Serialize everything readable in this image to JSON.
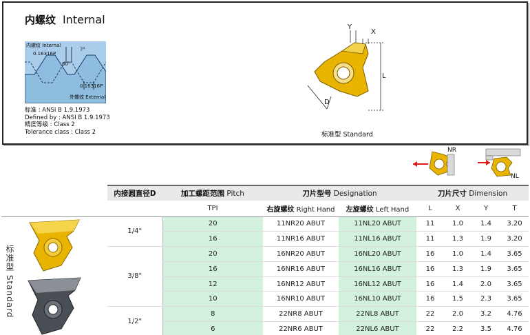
{
  "header": {
    "title_cn": "内螺纹",
    "title_en": "Internal"
  },
  "thread_diagram": {
    "internal_cn": "内螺纹",
    "internal_en": "Internal",
    "dim_top": "0.16316P",
    "angle_top": "7°",
    "angle_mid": "60°",
    "dim_bottom": "0.16316P",
    "external_cn": "外螺纹",
    "external_en": "External"
  },
  "standard": {
    "standard_line": "标准 : ANSI B 1.9.1973",
    "defined_line": "Defined by : ANSI B 1.9.1973",
    "accuracy_line": "精度等级 : Class 2",
    "tolerance_line": "Tolerance class : Class 2"
  },
  "insert_diagram": {
    "dim_y": "Y",
    "dim_x": "X",
    "dim_l": "L",
    "dim_d": "D",
    "caption": "标准型  Standard"
  },
  "hand_icons": {
    "right_label": "NR",
    "left_label": "NL"
  },
  "table": {
    "header_row1": {
      "diameter": "内接圆直径D",
      "pitch_cn": "加工螺距范围",
      "pitch_en": "Pitch",
      "designation_cn": "刀片型号",
      "designation_en": "Designation",
      "dimension_cn": "刀片尺寸",
      "dimension_en": "Dimension"
    },
    "header_row2": {
      "tpi": "TPI",
      "right_cn": "右旋螺纹",
      "right_en": "Right Hand",
      "left_cn": "左旋螺纹",
      "left_en": "Left Hand",
      "l": "L",
      "x": "X",
      "y": "Y",
      "t": "T"
    },
    "side_label": "标准型 Standard",
    "diameter_groups": [
      "1/4\"",
      "3/8\"",
      "1/2\""
    ],
    "rows": [
      {
        "tpi": "20",
        "right": "11NR20   ABUT",
        "left": "11NL20   ABUT",
        "l": "11",
        "x": "1.0",
        "y": "1.4",
        "t": "3.20"
      },
      {
        "tpi": "16",
        "right": "11NR16   ABUT",
        "left": "11NL16   ABUT",
        "l": "11",
        "x": "1.3",
        "y": "1.9",
        "t": "3.20"
      },
      {
        "tpi": "20",
        "right": "16NR20   ABUT",
        "left": "16NL20   ABUT",
        "l": "16",
        "x": "1.0",
        "y": "1.4",
        "t": "3.65"
      },
      {
        "tpi": "16",
        "right": "16NR16   ABUT",
        "left": "16NL16   ABUT",
        "l": "16",
        "x": "1.3",
        "y": "1.9",
        "t": "3.65"
      },
      {
        "tpi": "12",
        "right": "16NR12   ABUT",
        "left": "16NL12   ABUT",
        "l": "16",
        "x": "1.4",
        "y": "2.0",
        "t": "3.65"
      },
      {
        "tpi": "10",
        "right": "16NR10   ABUT",
        "left": "16NL10   ABUT",
        "l": "16",
        "x": "1.5",
        "y": "2.3",
        "t": "3.65"
      },
      {
        "tpi": "8",
        "right": "22NR8    ABUT",
        "left": "22NL8    ABUT",
        "l": "22",
        "x": "2.0",
        "y": "3.2",
        "t": "4.76"
      },
      {
        "tpi": "6",
        "right": "22NR6    ABUT",
        "left": "22NL6    ABUT",
        "l": "22",
        "x": "2.2",
        "y": "3.5",
        "t": "4.76"
      }
    ]
  },
  "colors": {
    "insert_gold": "#e8b400",
    "row_green": "#d3f2dd",
    "thread_blue": "#a9cdea",
    "arrow_red": "#e01818"
  }
}
